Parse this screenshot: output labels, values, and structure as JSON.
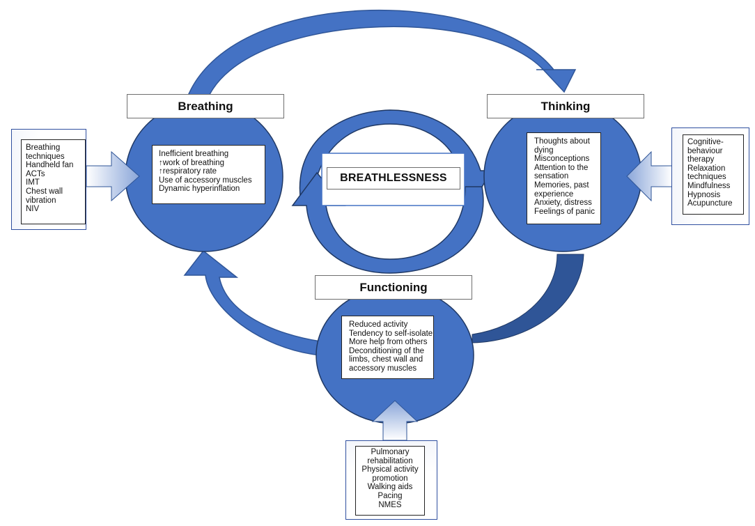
{
  "center": {
    "label": "BREATHLESSNESS"
  },
  "breathing": {
    "title": "Breathing",
    "factors": [
      "Inefficient breathing",
      "↑work of breathing",
      "↑respiratory rate",
      "Use of accessory muscles",
      "Dynamic hyperinflation"
    ],
    "interventions": [
      "Breathing",
      "techniques",
      "Handheld fan",
      "ACTs",
      "IMT",
      "Chest wall",
      "vibration",
      "NIV"
    ]
  },
  "thinking": {
    "title": "Thinking",
    "factors": [
      "Thoughts about",
      "dying",
      "Misconceptions",
      "Attention to the",
      "sensation",
      "Memories, past",
      "experience",
      "Anxiety, distress",
      "Feelings of panic"
    ],
    "interventions": [
      "Cognitive-",
      "behaviour",
      "therapy",
      "Relaxation",
      "techniques",
      "Mindfulness",
      "Hypnosis",
      "Acupuncture"
    ]
  },
  "functioning": {
    "title": "Functioning",
    "factors": [
      "Reduced activity",
      "Tendency to self-isolate",
      "More help from others",
      "Deconditioning of the",
      "limbs, chest wall and",
      "accessory muscles"
    ],
    "interventions": [
      "Pulmonary",
      "rehabilitation",
      "Physical activity",
      "promotion",
      "Walking aids",
      "Pacing",
      "NMES"
    ]
  },
  "colors": {
    "primary": "#4472c4",
    "dark": "#2f5597",
    "outline": "#1f3864"
  }
}
